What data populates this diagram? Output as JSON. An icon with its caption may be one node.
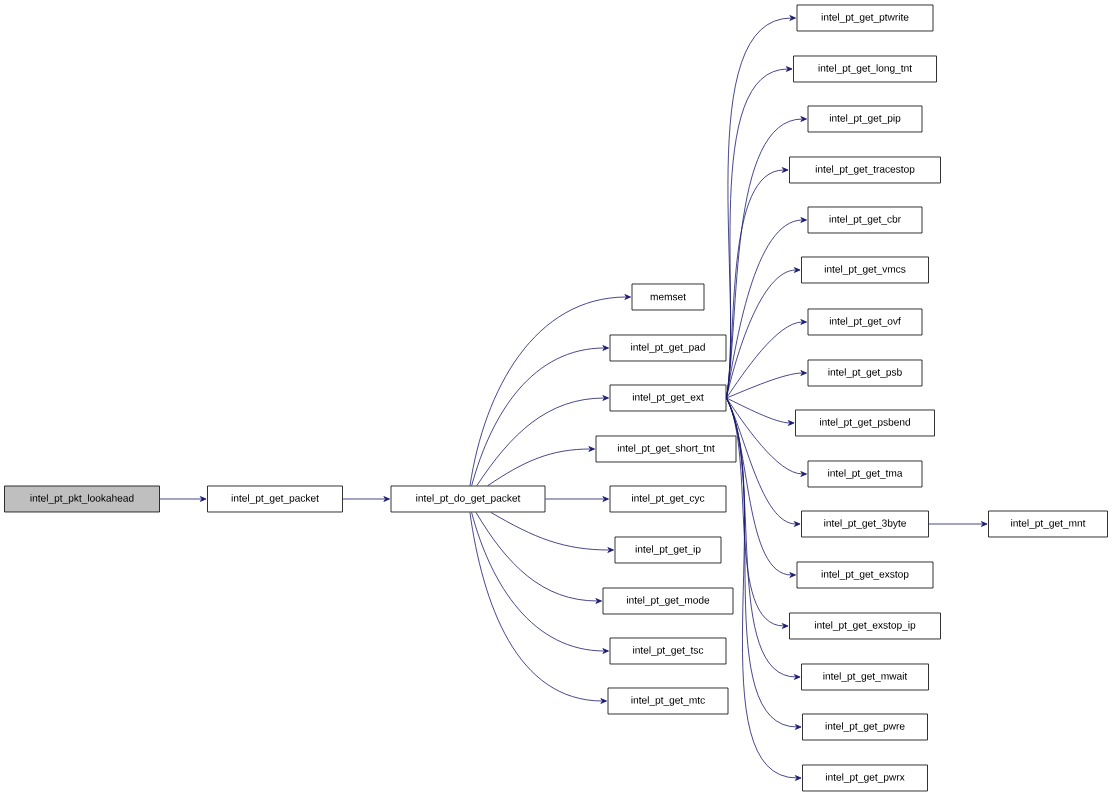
{
  "diagram": {
    "nodes": [
      {
        "text": [
          "intel_pt_pkt_lookahead"
        ]
      },
      {
        "text": [
          "intel_pt_get_packet"
        ]
      },
      {
        "text": [
          "intel_pt_do_get_packet"
        ]
      },
      {
        "text": [
          "memset"
        ]
      },
      {
        "text": [
          "intel_pt_get_pad"
        ]
      },
      {
        "text": [
          "intel_pt_get_ext"
        ]
      },
      {
        "text": [
          "intel_pt_get_short_tnt"
        ]
      },
      {
        "text": [
          "intel_pt_get_cyc"
        ]
      },
      {
        "text": [
          "intel_pt_get_ip"
        ]
      },
      {
        "text": [
          "intel_pt_get_mode"
        ]
      },
      {
        "text": [
          "intel_pt_get_tsc"
        ]
      },
      {
        "text": [
          "intel_pt_get_mtc"
        ]
      },
      {
        "text": [
          "intel_pt_get_ptwrite"
        ]
      },
      {
        "text": [
          "intel_pt_get_long_tnt"
        ]
      },
      {
        "text": [
          "intel_pt_get_pip"
        ]
      },
      {
        "text": [
          "intel_pt_get_tracestop"
        ]
      },
      {
        "text": [
          "intel_pt_get_cbr"
        ]
      },
      {
        "text": [
          "intel_pt_get_vmcs"
        ]
      },
      {
        "text": [
          "intel_pt_get_ovf"
        ]
      },
      {
        "text": [
          "intel_pt_get_psb"
        ]
      },
      {
        "text": [
          "intel_pt_get_psbend"
        ]
      },
      {
        "text": [
          "intel_pt_get_tma"
        ]
      },
      {
        "text": [
          "intel_pt_get_3byte"
        ]
      },
      {
        "text": [
          "intel_pt_get_exstop"
        ]
      },
      {
        "text": [
          "intel_pt_get_exstop_ip"
        ]
      },
      {
        "text": [
          "intel_pt_get_mwait"
        ]
      },
      {
        "text": [
          "intel_pt_get_pwre"
        ]
      },
      {
        "text": [
          "intel_pt_get_pwrx"
        ]
      },
      {
        "text": [
          "intel_pt_get_mnt"
        ]
      }
    ],
    "edges": [
      {
        "from": 0,
        "to": 1,
        "arrow": "to"
      },
      {
        "from": 1,
        "to": 2,
        "arrow": "to"
      },
      {
        "from": 2,
        "to": 3,
        "arrow": "to"
      },
      {
        "from": 2,
        "to": 4,
        "arrow": "to"
      },
      {
        "from": 2,
        "to": 5,
        "arrow": "to"
      },
      {
        "from": 2,
        "to": 6,
        "arrow": "to"
      },
      {
        "from": 2,
        "to": 7,
        "arrow": "to"
      },
      {
        "from": 2,
        "to": 8,
        "arrow": "to"
      },
      {
        "from": 2,
        "to": 9,
        "arrow": "to"
      },
      {
        "from": 2,
        "to": 10,
        "arrow": "to"
      },
      {
        "from": 2,
        "to": 11,
        "arrow": "to"
      },
      {
        "from": 5,
        "to": 12,
        "arrow": "to"
      },
      {
        "from": 5,
        "to": 13,
        "arrow": "to"
      },
      {
        "from": 5,
        "to": 14,
        "arrow": "to"
      },
      {
        "from": 5,
        "to": 15,
        "arrow": "to"
      },
      {
        "from": 5,
        "to": 16,
        "arrow": "to"
      },
      {
        "from": 5,
        "to": 17,
        "arrow": "to"
      },
      {
        "from": 5,
        "to": 18,
        "arrow": "to"
      },
      {
        "from": 5,
        "to": 19,
        "arrow": "to"
      },
      {
        "from": 5,
        "to": 20,
        "arrow": "to"
      },
      {
        "from": 5,
        "to": 21,
        "arrow": "to"
      },
      {
        "from": 5,
        "to": 22,
        "arrow": "to"
      },
      {
        "from": 5,
        "to": 23,
        "arrow": "to"
      },
      {
        "from": 5,
        "to": 24,
        "arrow": "to"
      },
      {
        "from": 5,
        "to": 25,
        "arrow": "to"
      },
      {
        "from": 5,
        "to": 26,
        "arrow": "to"
      },
      {
        "from": 5,
        "to": 27,
        "arrow": "to"
      },
      {
        "from": 22,
        "to": 28,
        "arrow": "to"
      }
    ]
  }
}
